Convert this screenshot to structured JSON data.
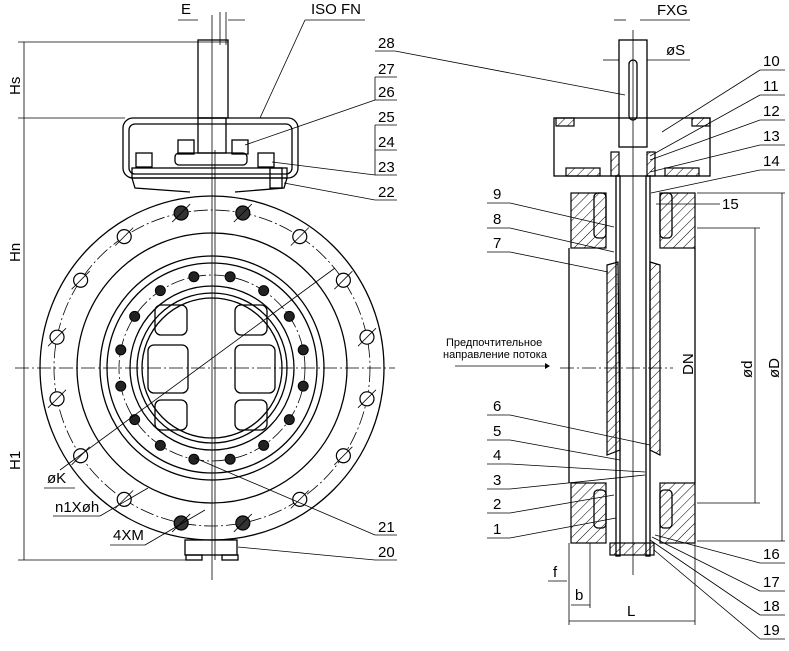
{
  "drawing": {
    "title": "Butterfly valve assembly drawing",
    "front_view": {
      "dimension_labels": {
        "E": "E",
        "iso_fn": "ISO FN",
        "hs": "Hs",
        "hn": "Hn",
        "h1": "H1",
        "phi_k": "øK",
        "n1_phi_h": "n1Xøh",
        "four_x_m": "4XM"
      },
      "callouts": [
        "28",
        "27",
        "26",
        "25",
        "24",
        "23",
        "22",
        "21",
        "20"
      ]
    },
    "section_view": {
      "dimension_labels": {
        "fxg": "FXG",
        "phi_s": "øS",
        "dn": "DN",
        "phi_d": "ød",
        "phi_D": "øD",
        "f": "f",
        "b": "b",
        "L": "L"
      },
      "flow_label_line1": "Предпочтительное",
      "flow_label_line2": "направление потока",
      "callouts_left": [
        "9",
        "8",
        "7",
        "6",
        "5",
        "4",
        "3",
        "2",
        "1"
      ],
      "callouts_right": [
        "10",
        "11",
        "12",
        "13",
        "14",
        "15",
        "16",
        "17",
        "18",
        "19"
      ]
    }
  }
}
